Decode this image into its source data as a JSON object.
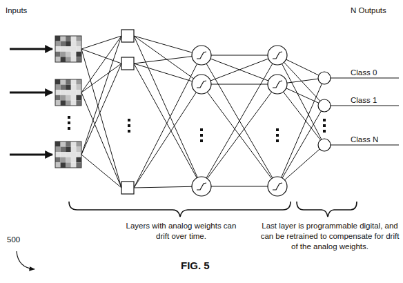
{
  "diagram": {
    "caption": "FIG. 5",
    "labels": [
      "Inputs",
      "N Outputs",
      "Class 0",
      "Class 1",
      "Class N",
      "Layers with analog weights can drift over time.",
      "Last layer is programmable digital, and can be retrained to compensate for drift of the analog weights.",
      "500"
    ]
  }
}
